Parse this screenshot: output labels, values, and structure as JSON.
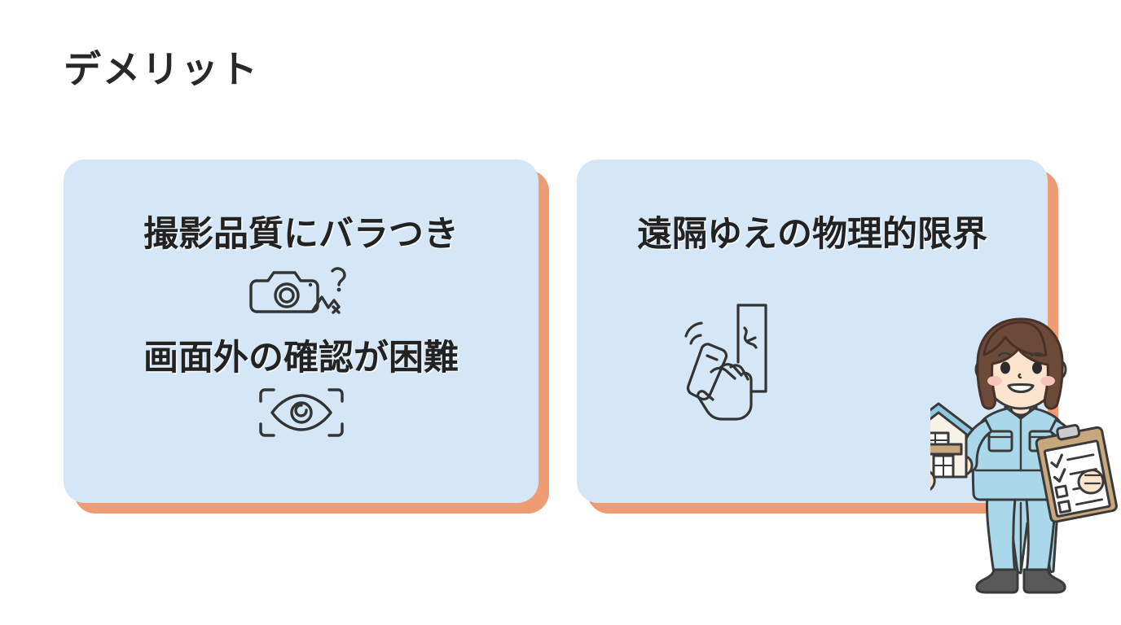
{
  "slide": {
    "title": "デメリット",
    "background_color": "#ffffff",
    "title_color": "#282828"
  },
  "theme": {
    "card_fill": "#d5e7f7",
    "card_shadow": "#ef9b74",
    "heading_color": "#222222",
    "icon_stroke": "#333333",
    "uniform_color": "#a8d8ea",
    "hair_color": "#6b4a3a",
    "skin_color": "#fde4cf"
  },
  "cards": [
    {
      "id": "card-left",
      "name": "shooting-quality-card",
      "items": [
        {
          "heading": "撮影品質にバラつき",
          "icon": "camera-question-icon"
        },
        {
          "heading": "画面外の確認が困難",
          "icon": "eye-viewfinder-icon"
        }
      ]
    },
    {
      "id": "card-right",
      "name": "remote-physical-limits-card",
      "items": [
        {
          "heading": "遠隔ゆえの物理的限界",
          "icon": "phone-hand-wall-crack-icon"
        }
      ]
    }
  ],
  "illustration": {
    "name": "inspector-woman-illustration",
    "description": "女性作業員",
    "holds": [
      "house-model",
      "clipboard-checklist"
    ],
    "clipboard": {
      "checked_items": 2,
      "unchecked_items": 2
    }
  }
}
